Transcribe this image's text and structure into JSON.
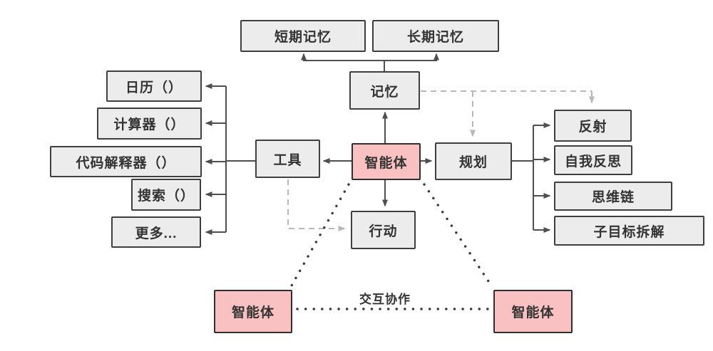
{
  "diagram": {
    "nodes": {
      "short_term_memory": "短期记忆",
      "long_term_memory": "长期记忆",
      "memory": "记忆",
      "agent": "智能体",
      "tools": "工具",
      "planning": "规划",
      "action": "行动",
      "calendar": "日历（）",
      "calculator": "计算器（）",
      "code_interpreter": "代码解释器（）",
      "search": "搜索（）",
      "more": "更多...",
      "reflection": "反射",
      "self_reflection": "自我反思",
      "chain_of_thought": "思维链",
      "subgoal_decomposition": "子目标拆解",
      "agent_bottom_left": "智能体",
      "agent_bottom_right": "智能体"
    },
    "edge_labels": {
      "collaboration": "交互协作"
    },
    "colors": {
      "box_fill": "#ececec",
      "box_border": "#3f3f3f",
      "agent_fill": "#f9c1c1",
      "agent_border": "#2f2f2f",
      "solid_connector": "#4f4f4f",
      "dashed_connector": "#b8b8b8",
      "dotted_connector": "#383838",
      "background": "#ffffff",
      "text": "#333333"
    }
  }
}
